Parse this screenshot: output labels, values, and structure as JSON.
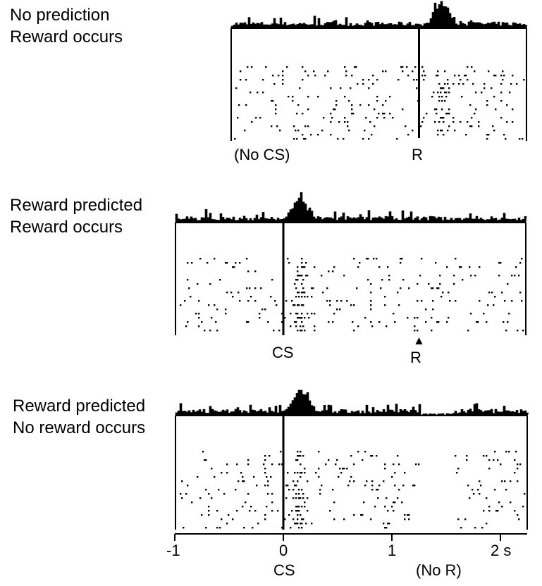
{
  "chart_data": [
    {
      "type": "raster",
      "condition_lines": [
        "No prediction",
        "Reward occurs"
      ],
      "markers": {
        "left": "(No CS)",
        "event": "R"
      },
      "event_time": 1.25,
      "events": [
        {
          "name": "R",
          "time": 1.25
        }
      ],
      "xlim": [
        -0.5,
        2.2
      ],
      "histogram_peaks": [
        {
          "time": 1.45,
          "relative_height": 1.0
        }
      ],
      "raster_gaps": []
    },
    {
      "type": "raster",
      "condition_lines": [
        "Reward predicted",
        "Reward occurs"
      ],
      "markers": {
        "left": "CS",
        "event": "R"
      },
      "event_time": 0,
      "events": [
        {
          "name": "CS",
          "time": 0
        },
        {
          "name": "R",
          "time": 1.25
        }
      ],
      "xlim": [
        -1,
        2.2
      ],
      "histogram_peaks": [
        {
          "time": 0.15,
          "relative_height": 1.0
        }
      ],
      "raster_gaps": []
    },
    {
      "type": "raster",
      "condition_lines": [
        "Reward predicted",
        "No reward occurs"
      ],
      "markers": {
        "left": "CS",
        "event": "(No R)"
      },
      "event_time": 0,
      "events": [
        {
          "name": "CS",
          "time": 0
        },
        {
          "name": "(No R)",
          "time": 1.25
        }
      ],
      "xlim": [
        -1,
        2.2
      ],
      "histogram_peaks": [
        {
          "time": 0.15,
          "relative_height": 1.0
        }
      ],
      "raster_gaps": [
        [
          1.25,
          1.55
        ]
      ]
    }
  ],
  "x_axis": {
    "ticks": [
      -1,
      0,
      1,
      2
    ],
    "tick_labels": [
      "-1",
      "0",
      "1",
      "2 s"
    ],
    "xlim": [
      -1,
      2.2
    ]
  }
}
